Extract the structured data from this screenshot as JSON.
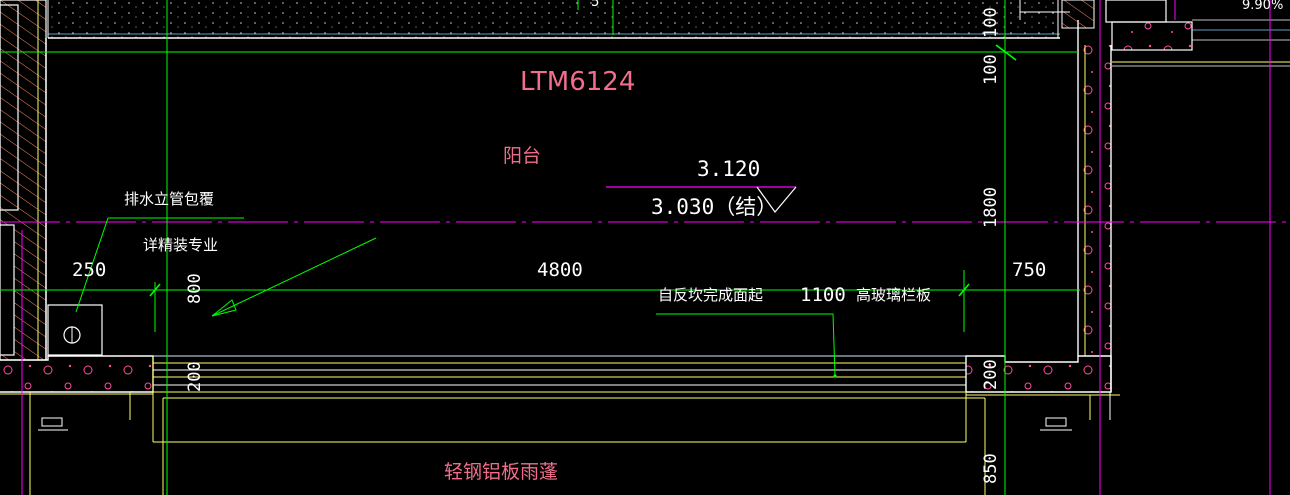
{
  "drawing": {
    "window_code": "LTM6124",
    "room_name": "阳台",
    "level_finish": "3.120",
    "level_structure": "3.030（结）",
    "note_pipe_line1": "排水立管包覆",
    "note_pipe_line2": "详精装专业",
    "note_railing_left": "自反坎完成面起",
    "note_railing_height": "1100",
    "note_railing_right": "高玻璃栏板",
    "canopy_label": "轻钢铝板雨蓬",
    "top_right_fragment": "9.90%",
    "top_fragment": "5"
  },
  "dimensions": {
    "left_offset": "250",
    "span": "4800",
    "right_offset": "750",
    "left_vertical": "800",
    "left_bottom_vertical": "200",
    "right_top": "100",
    "right_upper": "100",
    "right_middle": "1800",
    "right_bottom": "200",
    "right_lower": "850"
  },
  "colors": {
    "background": "#000000",
    "green": "#00ff00",
    "magenta": "#ff00ff",
    "pink_text": "#f06e8c",
    "white": "#ffffff",
    "yellow": "#ffff66",
    "hatch": "#ff8a5a"
  }
}
